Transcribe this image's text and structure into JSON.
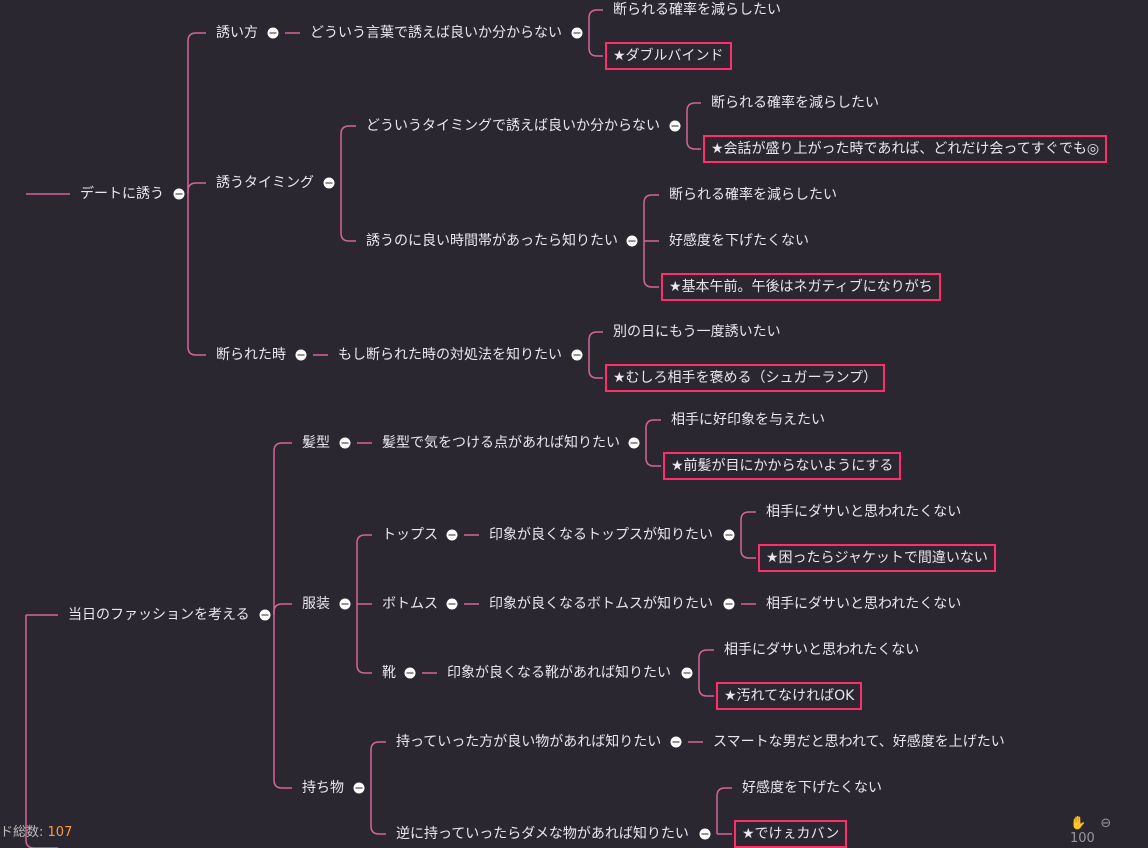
{
  "footer": {
    "node_count_label": "ド総数:",
    "node_count": "107",
    "zoom_label": "100"
  },
  "nodes": {
    "n1": "デートに誘う",
    "n1a": "誘い方",
    "n1a1": "どういう言葉で誘えば良いか分からない",
    "n1a1a": "断られる確率を減らしたい",
    "n1a1b": "★ダブルバインド",
    "n1b": "誘うタイミング",
    "n1b1": "どういうタイミングで誘えば良いか分からない",
    "n1b1a": "断られる確率を減らしたい",
    "n1b1b": "★会話が盛り上がった時であれば、どれだけ会ってすぐでも◎",
    "n1b2": "誘うのに良い時間帯があったら知りたい",
    "n1b2a": "断られる確率を減らしたい",
    "n1b2b": "好感度を下げたくない",
    "n1b2c": "★基本午前。午後はネガティブになりがち",
    "n1c": "断られた時",
    "n1c1": "もし断られた時の対処法を知りたい",
    "n1c1a": "別の日にもう一度誘いたい",
    "n1c1b": "★むしろ相手を褒める（シュガーランプ）",
    "n2": "当日のファッションを考える",
    "n2a": "髪型",
    "n2a1": "髪型で気をつける点があれば知りたい",
    "n2a1a": "相手に好印象を与えたい",
    "n2a1b": "★前髪が目にかからないようにする",
    "n2b": "服装",
    "n2b1": "トップス",
    "n2b1a": "印象が良くなるトップスが知りたい",
    "n2b1a1": "相手にダサいと思われたくない",
    "n2b1a2": "★困ったらジャケットで間違いない",
    "n2b2": "ボトムス",
    "n2b2a": "印象が良くなるボトムスが知りたい",
    "n2b2a1": "相手にダサいと思われたくない",
    "n2b3": "靴",
    "n2b3a": "印象が良くなる靴があれば知りたい",
    "n2b3a1": "相手にダサいと思われたくない",
    "n2b3a2": "★汚れてなければOK",
    "n2c": "持ち物",
    "n2c1": "持っていった方が良い物があれば知りたい",
    "n2c1a": "スマートな男だと思われて、好感度を上げたい",
    "n2c2": "逆に持っていったらダメな物があれば知りたい",
    "n2c2a": "好感度を下げたくない",
    "n2c2b": "★でけぇカバン"
  },
  "colors": {
    "background": "#2b2730",
    "edge": "#d4659a",
    "highlight": "#ff2d6a",
    "text": "#e9e6ee",
    "count": "#ff9a3c"
  },
  "icons": {
    "toggle": "collapse-minus-icon",
    "hand": "hand-icon",
    "zoom_out": "zoom-out-icon"
  }
}
